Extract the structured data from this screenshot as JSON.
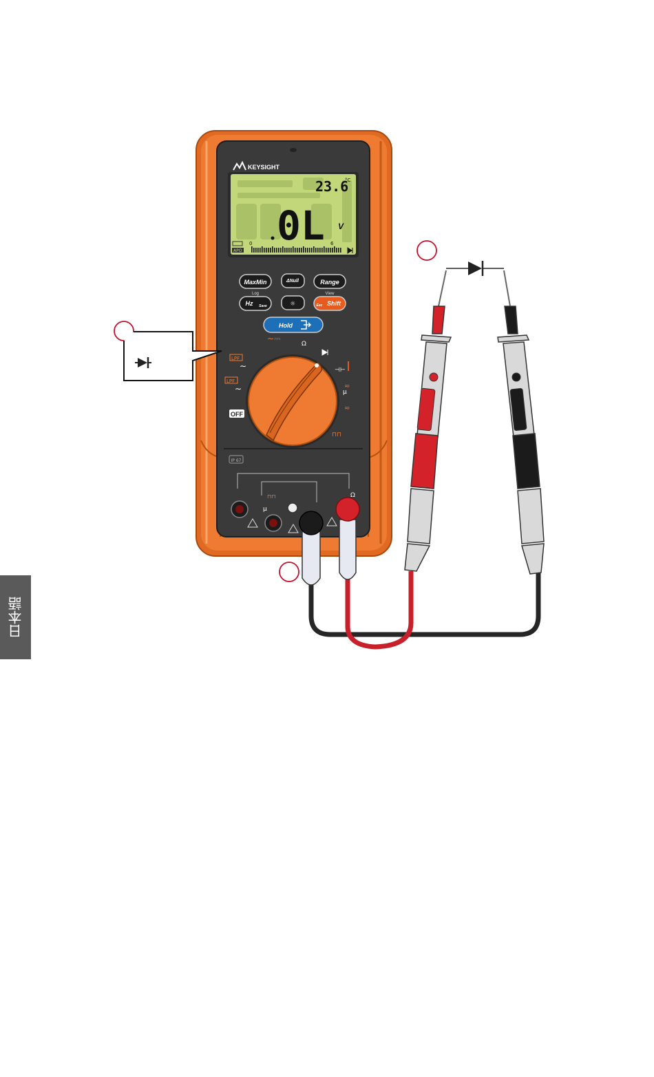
{
  "side_tab": {
    "label": "日本語"
  },
  "meter": {
    "brand": "KEYSIGHT",
    "display": {
      "main": "0L",
      "unit": "V",
      "sub_value": "23.6",
      "sub_unit": "°C",
      "bar_zero": "0",
      "bar_end": "6",
      "apo": "APO"
    },
    "buttons": {
      "maxmin": "MaxMin",
      "log": "Log",
      "null": "ΔNull",
      "range": "Range",
      "view": "View",
      "hz": "Hz",
      "save": "Save",
      "shift": "Shift",
      "esc": "Esc",
      "hold": "Hold"
    },
    "dial": {
      "off": "OFF",
      "lpf1": "LPF",
      "lpf2": "LPF",
      "ohm": "Ω",
      "micro": "μ"
    },
    "terminals": {
      "ip": "IP 67",
      "micro": "μ",
      "ohm": "Ω"
    }
  },
  "callout": {
    "symbol": "diode-symbol"
  },
  "colors": {
    "body_orange": "#e9722a",
    "panel_dark": "#3c3c3c",
    "lcd_green": "#c2d77a",
    "probe_red": "#d3222a",
    "callout_circle": "#c8102e",
    "hold_blue": "#1d6fb8"
  }
}
